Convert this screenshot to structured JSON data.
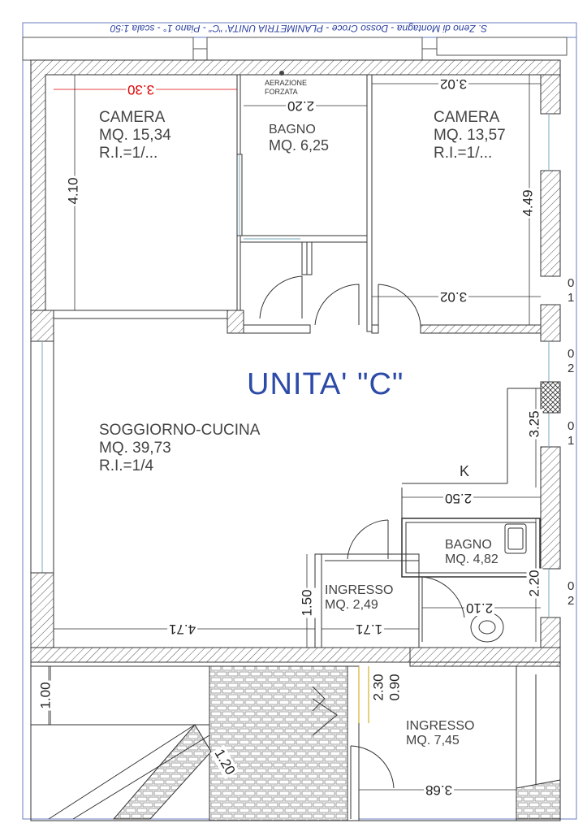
{
  "title": "S. Zeno di Montagna - Dosso Croce - PLANIMETRIA UNITA' \"C\" - Piano 1° - scala 1:50",
  "unit_title": "UNITA' \"C\"",
  "rooms": {
    "camera1": {
      "name": "CAMERA",
      "area": "MQ. 15,34",
      "ri": "R.I.=1/..."
    },
    "bagno1": {
      "name": "BAGNO",
      "area": "MQ. 6,25"
    },
    "camera2": {
      "name": "CAMERA",
      "area": "MQ. 13,57",
      "ri": "R.I.=1/..."
    },
    "soggiorno": {
      "name": "SOGGIORNO-CUCINA",
      "area": "MQ. 39,73",
      "ri": "R.I.=1/4"
    },
    "bagno2": {
      "name": "BAGNO",
      "area": "MQ. 4,82"
    },
    "ingresso1": {
      "name": "INGRESSO",
      "area": "MQ. 2,49"
    },
    "ingresso2": {
      "name": "INGRESSO",
      "area": "MQ. 7,45"
    }
  },
  "notes": {
    "aerazione": "AERAZIONE",
    "forzata": "FORZATA",
    "k": "K"
  },
  "dimensions": {
    "d330": "3.30",
    "d220a": "2.20",
    "d302a": "3.02",
    "d410": "4.10",
    "d449": "4.49",
    "d302b": "3.02",
    "d325": "3.25",
    "d250": "2.50",
    "d220b": "2.20",
    "d210": "2.10",
    "d150": "1.50",
    "d471": "4.71",
    "d171": "1.71",
    "d090": "0.90",
    "d230": "2.30",
    "d100": "1.00",
    "d120": "1.20",
    "d368": "3.68"
  },
  "edge_marks": [
    "0",
    "1",
    "0",
    "2",
    "0",
    "1",
    "0",
    "2"
  ]
}
